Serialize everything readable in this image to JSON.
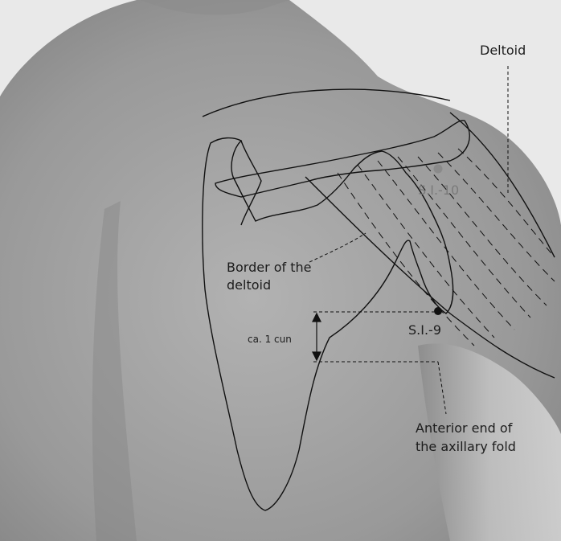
{
  "labels": {
    "deltoid": "Deltoid",
    "si10": "S.I.-10",
    "border_line1": "Border of the",
    "border_line2": "deltoid",
    "cun": "ca. 1 cun",
    "si9": "S.I.-9",
    "fold_line1": "Anterior end of",
    "fold_line2": "the axillary fold"
  },
  "colors": {
    "background": "#e9e9e9",
    "skin_light": "#a9a9a9",
    "skin_dark": "#6e6e6e",
    "line": "#111111",
    "si10_point": "#8a8a8a",
    "si9_point": "#111111"
  }
}
